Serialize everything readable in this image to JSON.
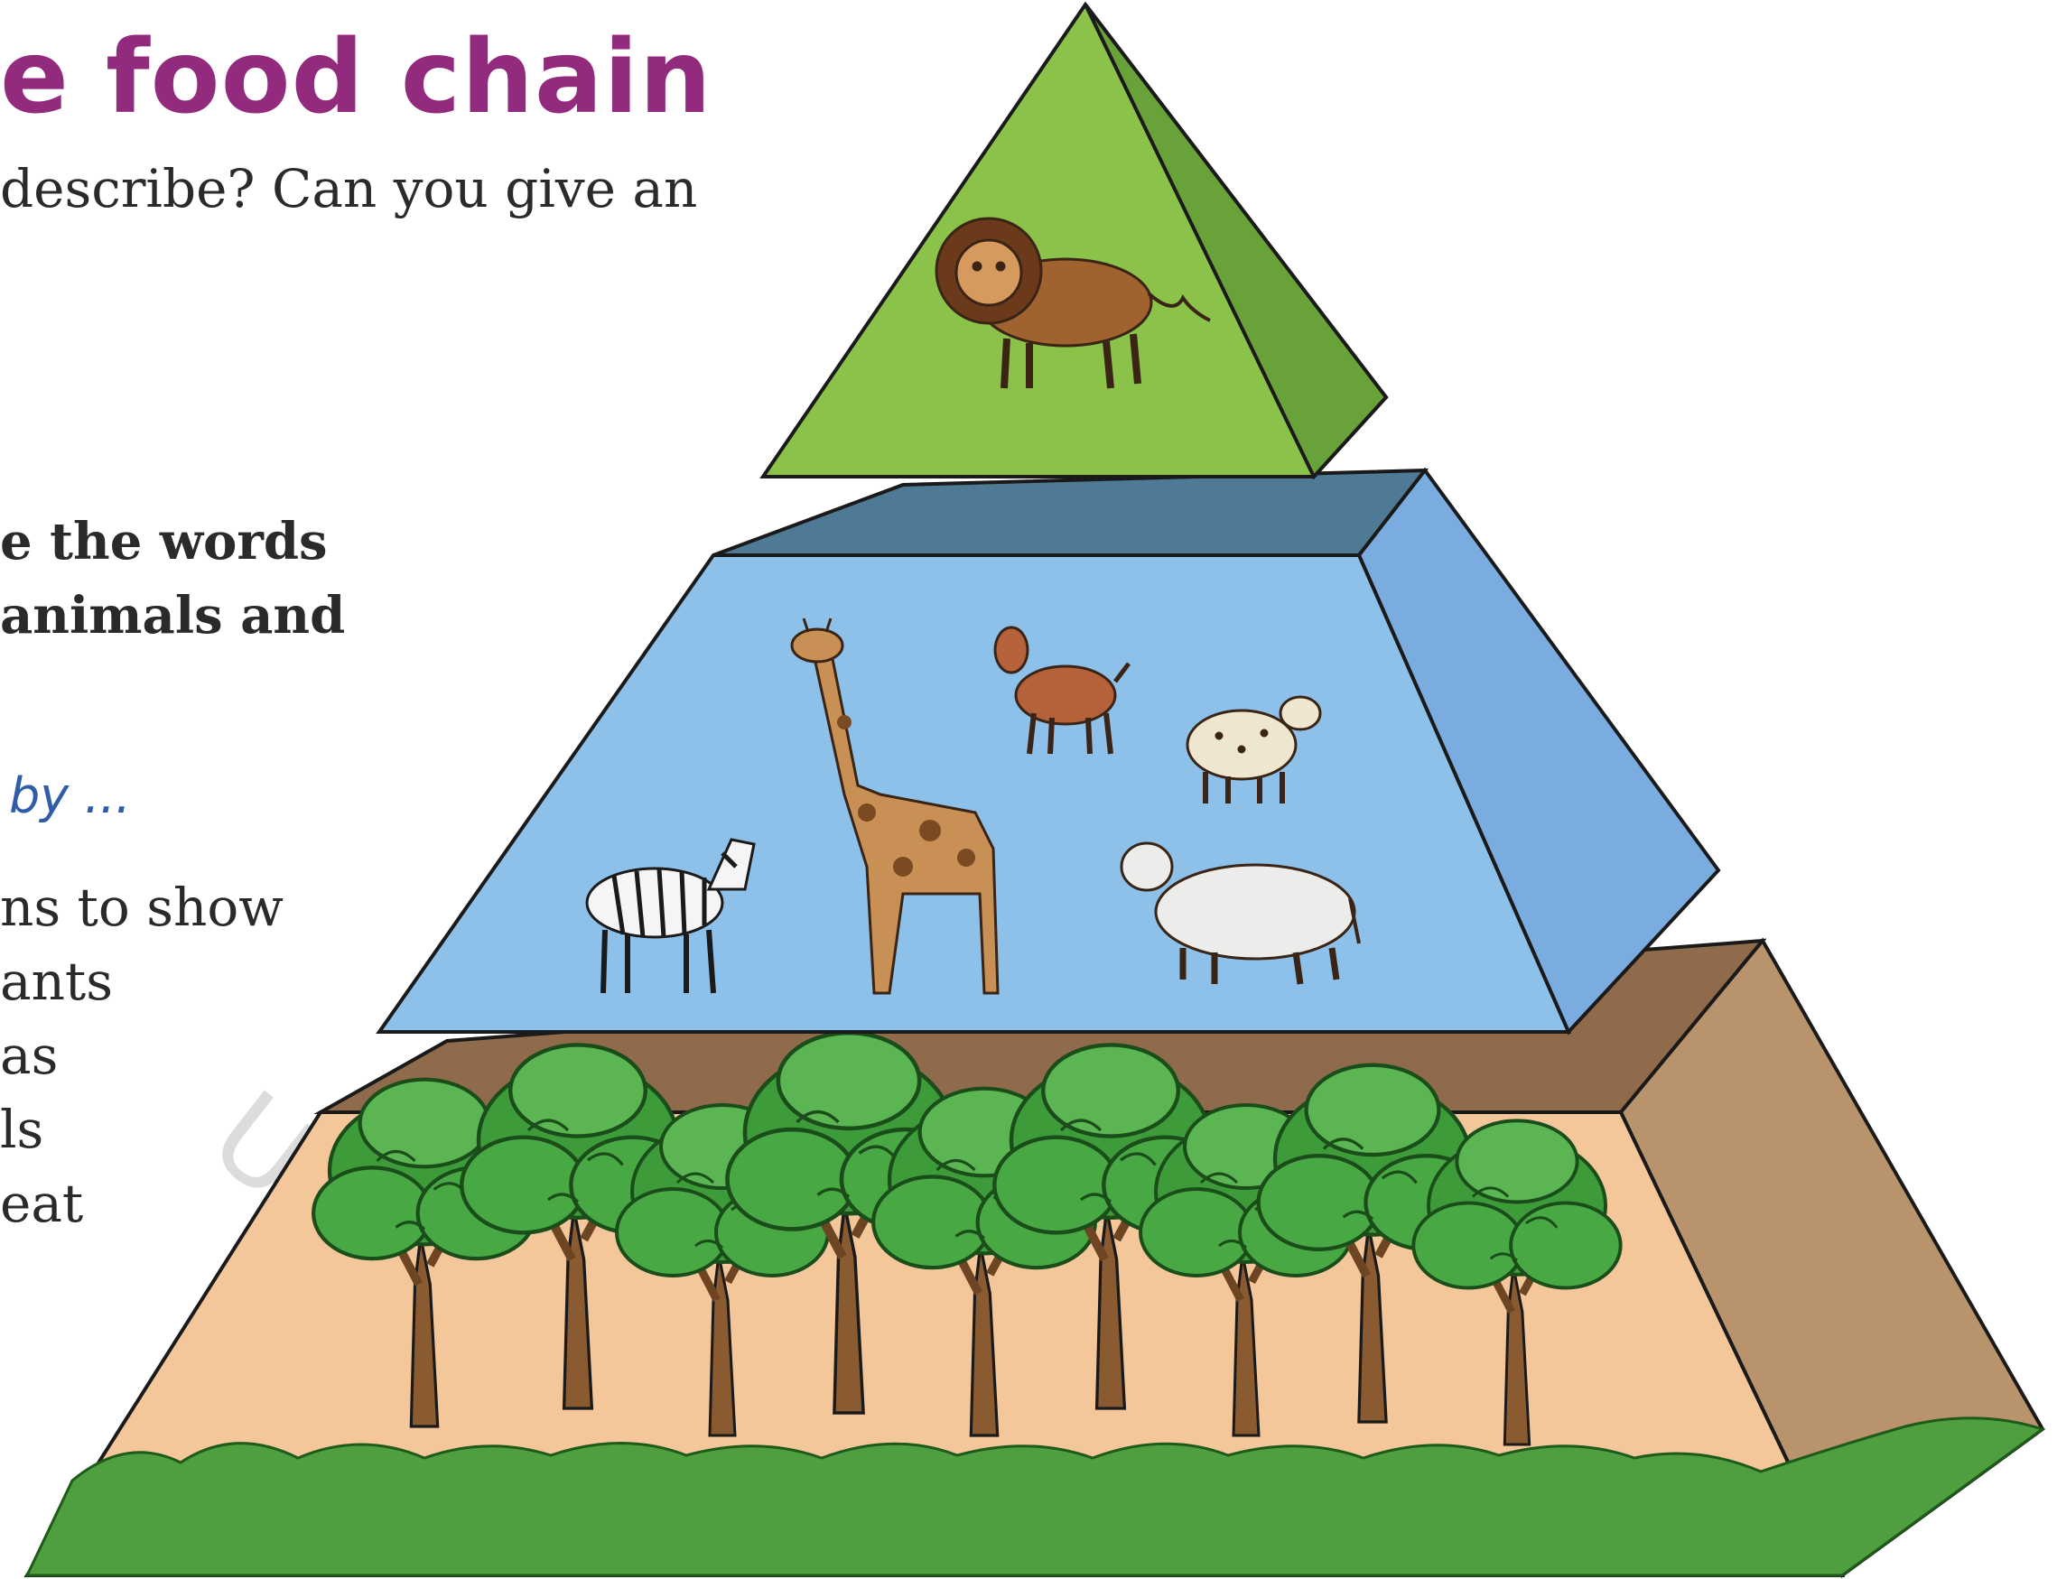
{
  "heading": "e food chain",
  "intro_line": "describe? Can you give an",
  "bold_lines": [
    "e the words",
    "animals and"
  ],
  "italic_line": "by ...",
  "body_lines": [
    "ns to show",
    "ants",
    "as",
    "ls",
    "eat"
  ],
  "watermark": "United Ar",
  "colors": {
    "heading": "#922a7e",
    "top_tier": "#8bc34a",
    "middle_tier": "#8ec1ea",
    "bottom_tier": "#f4c79a",
    "outline": "#1a1a1a"
  },
  "tiers": [
    {
      "level": "top",
      "icons": [
        "lion-icon"
      ]
    },
    {
      "level": "middle",
      "icons": [
        "giraffe-icon",
        "goat-icon",
        "sheep-icon",
        "zebra-icon",
        "cow-icon"
      ]
    },
    {
      "level": "bottom",
      "icons": [
        "tree-icon",
        "bush-icon"
      ]
    }
  ]
}
